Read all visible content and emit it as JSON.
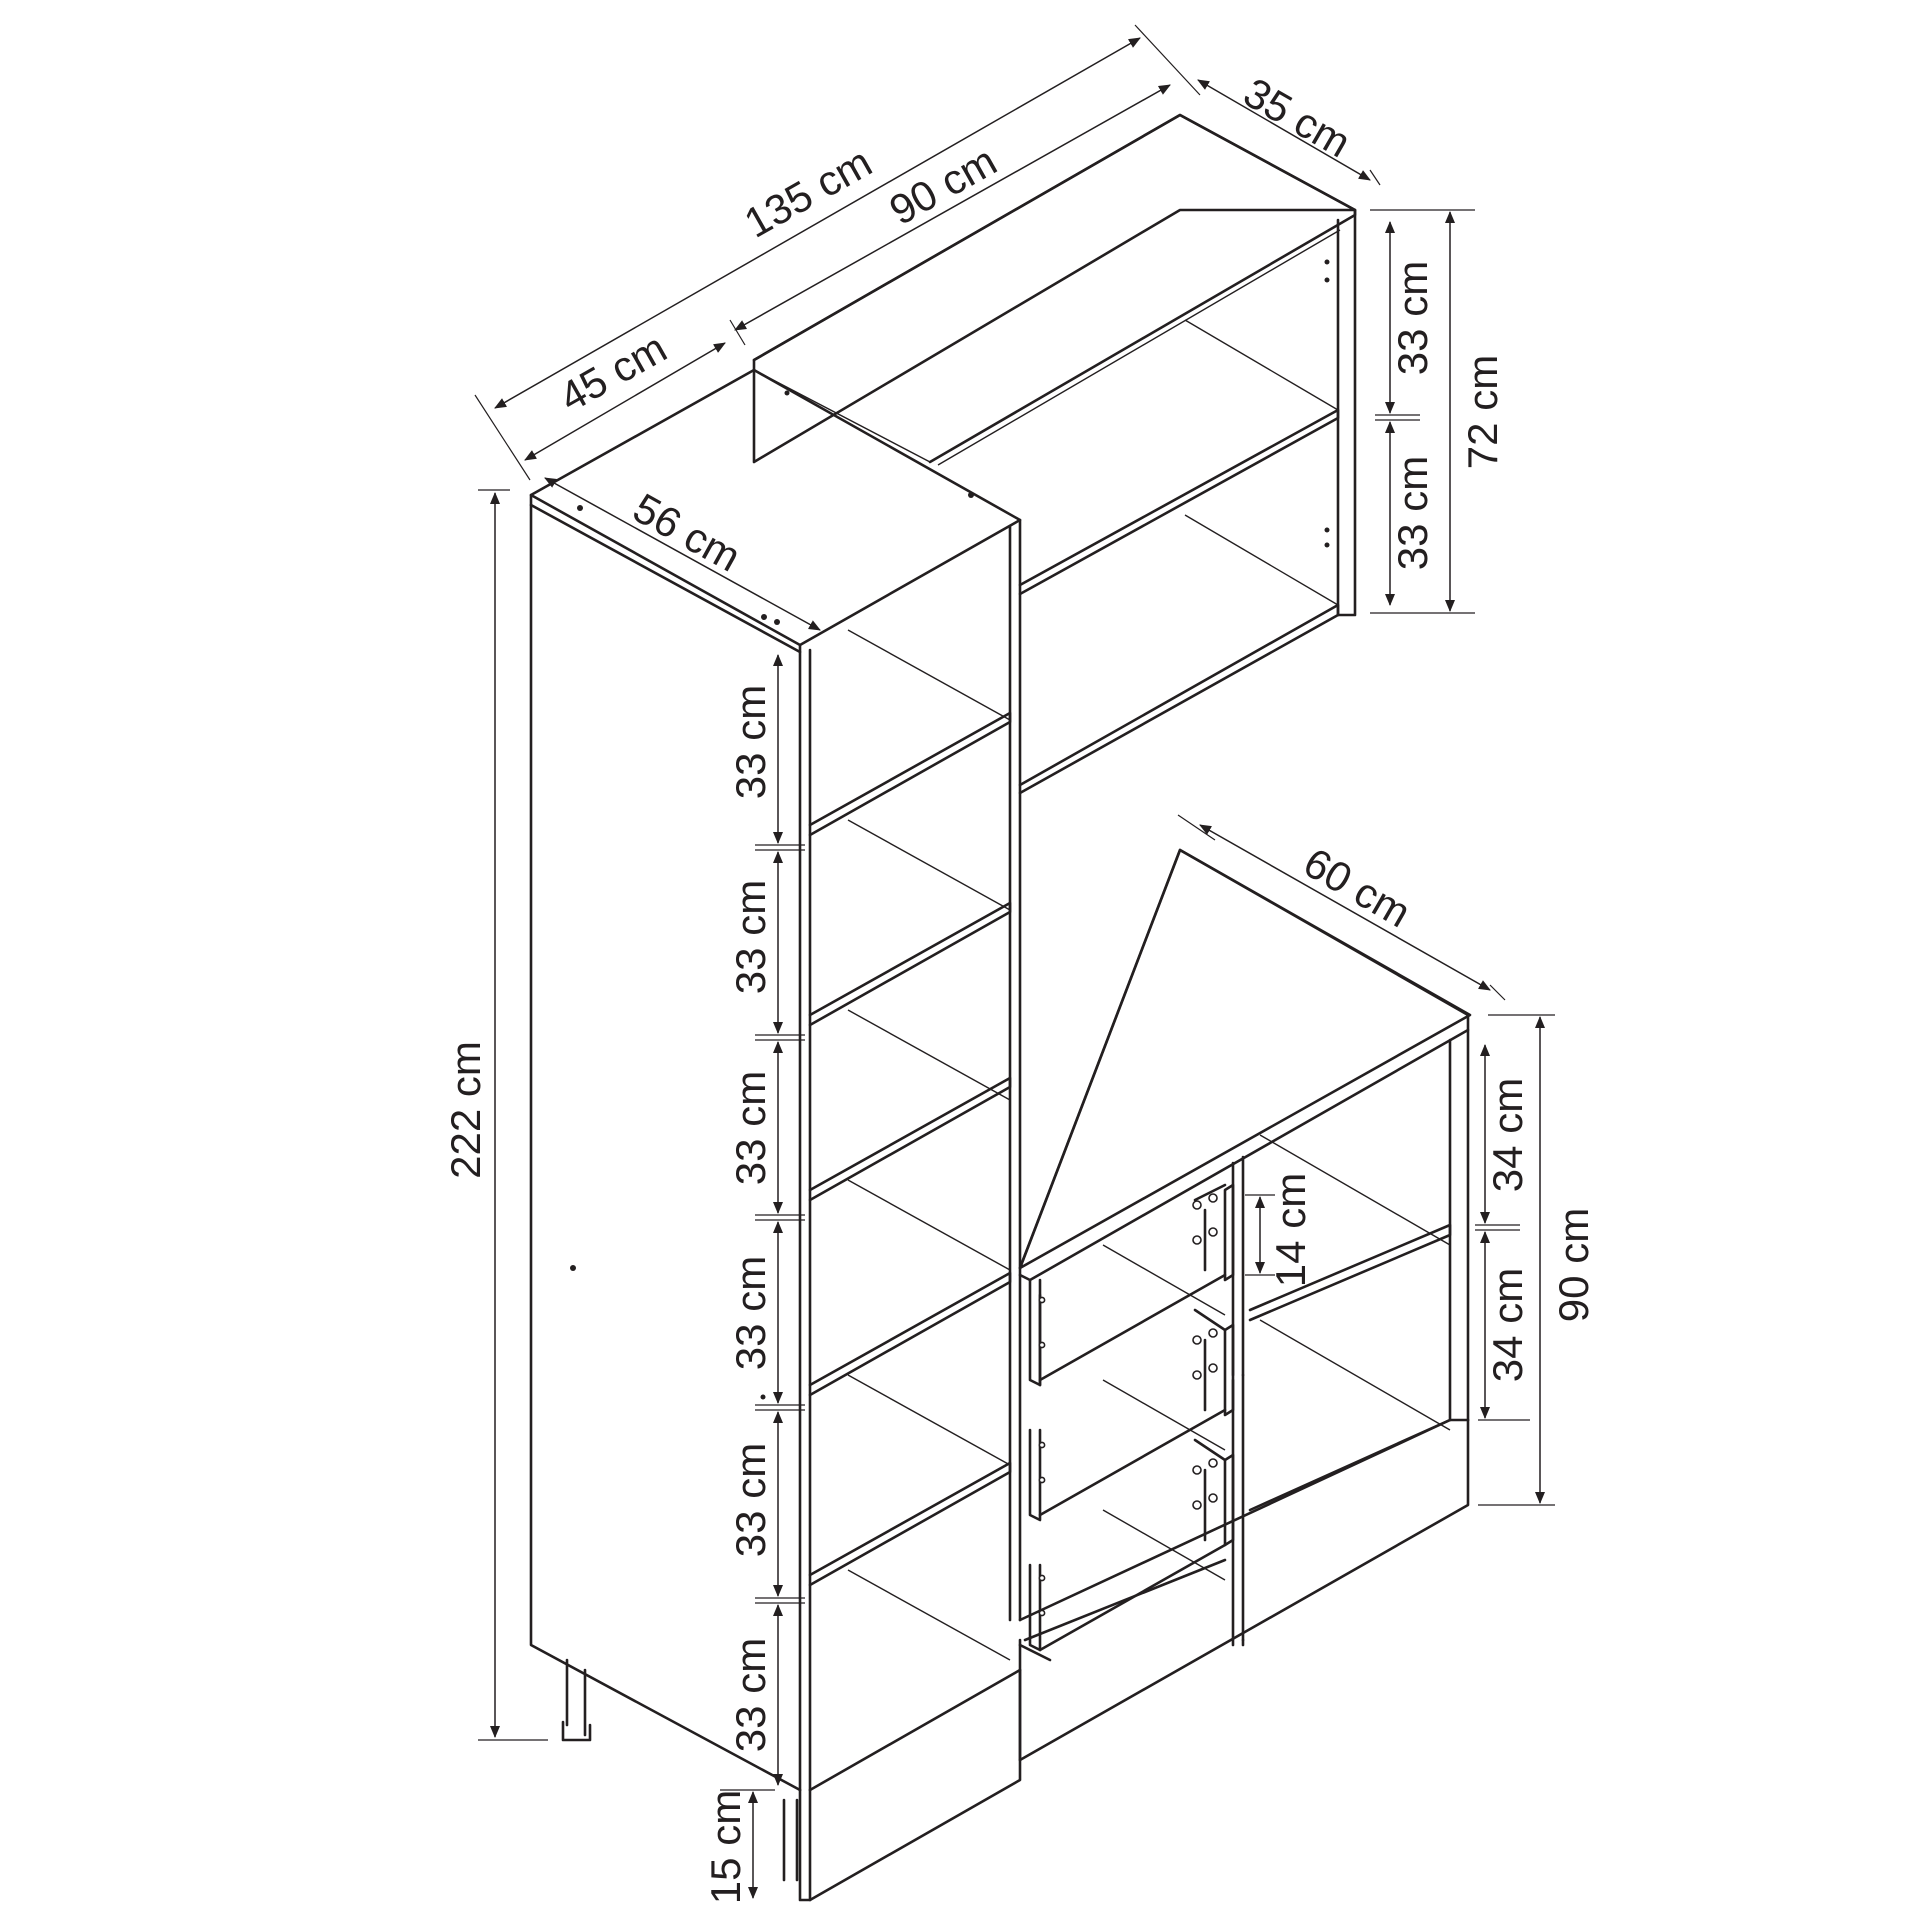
{
  "diagram": {
    "colors": {
      "ink": "#231f20",
      "background": "#ffffff"
    },
    "labels": {
      "total_width": "135 cm",
      "upper_width": "90 cm",
      "tower_width": "45 cm",
      "upper_depth": "35 cm",
      "tower_depth": "56 cm",
      "base_depth": "60 cm",
      "upper_height": "72 cm",
      "upper_shelf_1": "33 cm",
      "upper_shelf_2": "33 cm",
      "total_height": "222 cm",
      "tower_shelf_1": "33 cm",
      "tower_shelf_2": "33 cm",
      "tower_shelf_3": "33 cm",
      "tower_shelf_4": "33 cm",
      "tower_shelf_5": "33 cm",
      "tower_shelf_6": "33 cm",
      "plinth_height": "15 cm",
      "drawer_height": "14 cm",
      "base_shelf_1": "34 cm",
      "base_shelf_2": "34 cm",
      "base_height": "90 cm"
    }
  }
}
